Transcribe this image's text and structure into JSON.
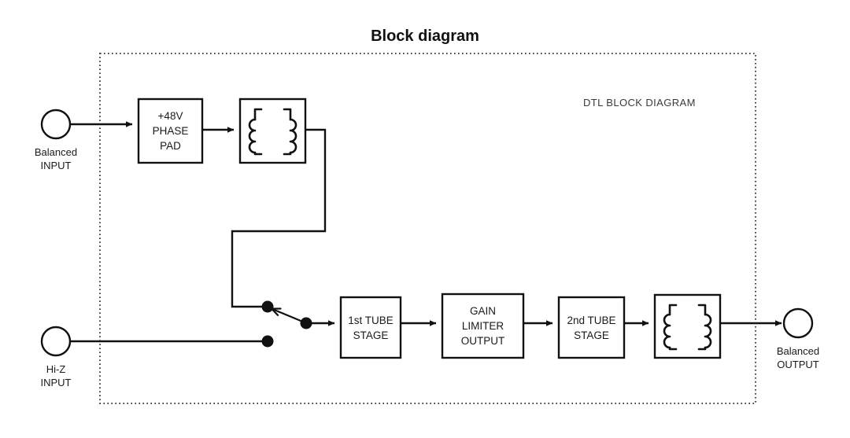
{
  "title": "Block diagram",
  "enclosure_label": "DTL BLOCK DIAGRAM",
  "ports": {
    "balanced_input": {
      "line1": "Balanced",
      "line2": "INPUT"
    },
    "hiz_input": {
      "line1": "Hi-Z",
      "line2": "INPUT"
    },
    "balanced_output": {
      "line1": "Balanced",
      "line2": "OUTPUT"
    }
  },
  "blocks": {
    "phase_pad": {
      "line1": "+48V",
      "line2": "PHASE",
      "line3": "PAD"
    },
    "input_transformer": {
      "symbol": "transformer"
    },
    "tube_stage_1": {
      "line1": "1st TUBE",
      "line2": "STAGE"
    },
    "gain_limiter": {
      "line1": "GAIN",
      "line2": "LIMITER",
      "line3": "OUTPUT"
    },
    "tube_stage_2": {
      "line1": "2nd TUBE",
      "line2": "STAGE"
    },
    "output_transformer": {
      "symbol": "transformer"
    }
  },
  "switch": {
    "name": "input-select-switch",
    "poles": [
      "balanced-via-transformer",
      "hi-z-direct"
    ],
    "selected": "balanced-via-transformer"
  },
  "colors": {
    "line": "#111111",
    "enclosure": "#444444",
    "background": "#ffffff",
    "text": "#1a1a1a",
    "section_text": "#3a3a3a"
  }
}
